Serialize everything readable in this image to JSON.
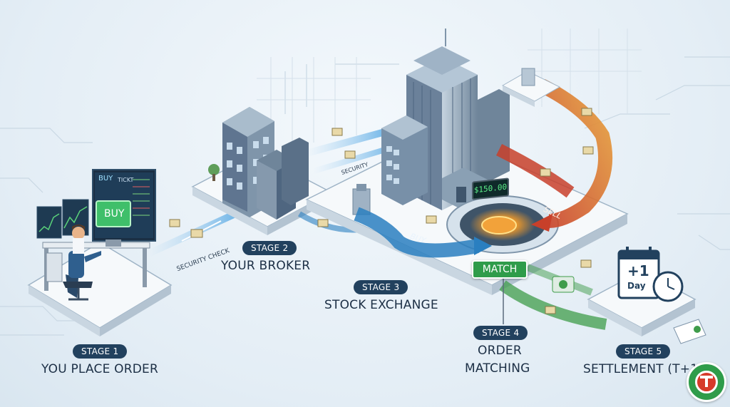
{
  "stages": [
    {
      "badge": "STAGE 1",
      "title": "YOU PLACE ORDER"
    },
    {
      "badge": "STAGE 2",
      "title": "YOUR BROKER"
    },
    {
      "badge": "STAGE 3",
      "title": "STOCK EXCHANGE"
    },
    {
      "badge": "STAGE 4",
      "title_line1": "ORDER",
      "title_line2": "MATCHING"
    },
    {
      "badge": "STAGE 5",
      "title": "SETTLEMENT (T+1)"
    }
  ],
  "screen": {
    "buy_button": "BUY",
    "buy_header": "BUY",
    "ticker_header": "TICKT"
  },
  "path_labels": {
    "security_check_1": "SECURITY CHECK",
    "security_check_2": "SECURITY",
    "buy": "BUY",
    "sell": "SELL"
  },
  "exchange": {
    "price": "$150.00",
    "match": "MATCH"
  },
  "calendar": {
    "plus": "+1",
    "day": "Day"
  },
  "colors": {
    "badge_bg": "#22415e",
    "buy_path": "#2a7fc0",
    "sell_path": "#c8402a",
    "match_green": "#2f9c4a",
    "platform": "#f6f9fb"
  },
  "icons": [
    "envelope-icon",
    "calendar-icon",
    "clock-icon",
    "document-icon",
    "dollar-icon",
    "logo-icon"
  ]
}
